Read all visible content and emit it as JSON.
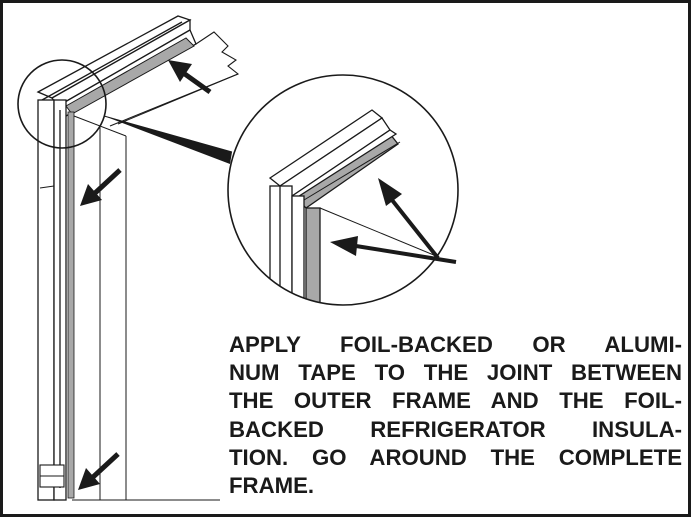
{
  "instruction": {
    "lines": [
      "APPLY FOIL-BACKED OR ALUMI-",
      "NUM TAPE TO THE JOINT BETWEEN",
      "THE OUTER FRAME AND THE FOIL-",
      "BACKED REFRIGERATOR INSULA-",
      "TION. GO AROUND THE COMPLETE",
      "FRAME."
    ]
  },
  "colors": {
    "line": "#1a1a1a",
    "tape": "#a8a8a8",
    "frame_fill": "#ffffff"
  },
  "icons": [
    "arrow-icon",
    "magnifier-circle-icon"
  ]
}
